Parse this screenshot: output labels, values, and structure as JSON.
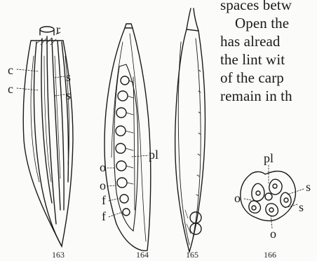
{
  "text_lines": [
    "spaces betw",
    "Open the",
    "has  alread",
    "the lint wit",
    "of the carp",
    "remain in th"
  ],
  "figures": [
    {
      "number": "163",
      "labels": [
        "r",
        "c",
        "s",
        "c",
        "s"
      ]
    },
    {
      "number": "164",
      "labels": [
        "pl",
        "o",
        "o",
        "f",
        "f"
      ]
    },
    {
      "number": "165",
      "labels": []
    },
    {
      "number": "166",
      "labels": [
        "pl",
        "s",
        "o",
        "s",
        "o"
      ]
    }
  ]
}
